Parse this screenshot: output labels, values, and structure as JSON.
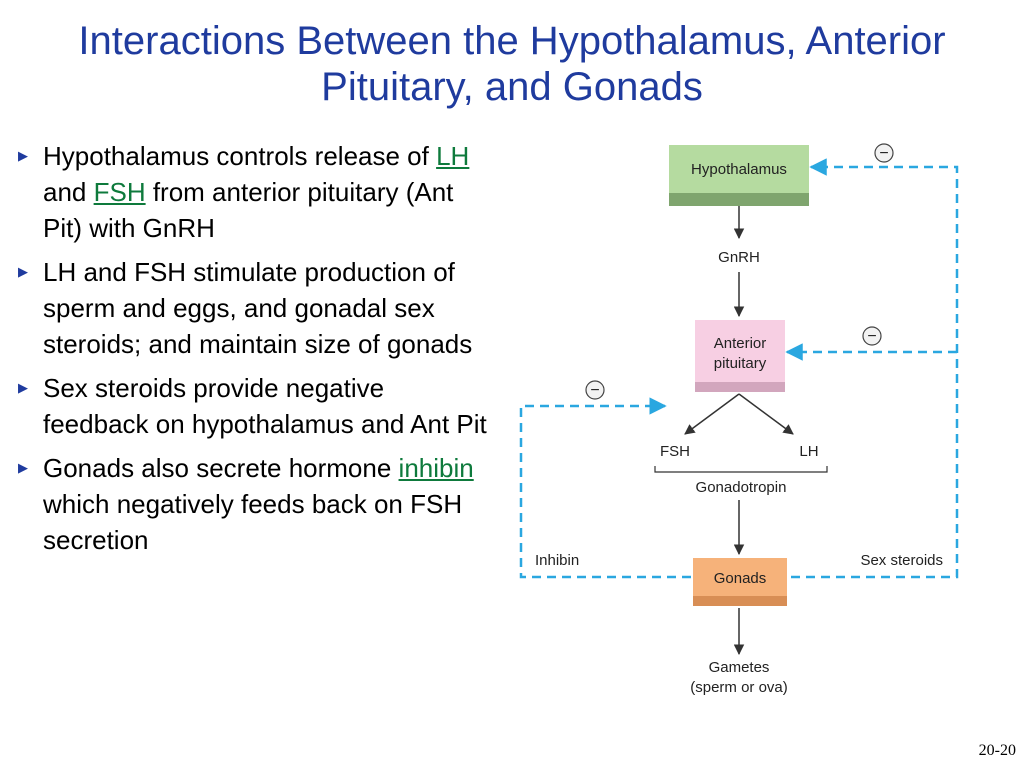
{
  "title": {
    "line1": "Interactions Between the Hypothalamus, Anterior",
    "line2": "Pituitary, and Gonads"
  },
  "bullets": {
    "b1": {
      "text1": "Hypothalamus controls release of ",
      "link_lh": "LH",
      "text2": " and ",
      "link_fsh": "FSH",
      "text3": " from anterior pituitary (Ant Pit) with GnRH"
    },
    "b2": {
      "text": "LH and FSH stimulate production of sperm and eggs, and gonadal sex steroids; and maintain size of gonads"
    },
    "b3": {
      "text": "Sex steroids provide negative feedback on hypothalamus and Ant Pit"
    },
    "b4": {
      "link_inhibin": "inhibin",
      "text1": "Gonads also secrete hormone ",
      "text2": " which negatively feeds back on FSH secretion"
    }
  },
  "diagram": {
    "hypothalamus": "Hypothalamus",
    "gnrh": "GnRH",
    "anterior_line1": "Anterior",
    "anterior_line2": "pituitary",
    "fsh": "FSH",
    "lh": "LH",
    "gonadotropin": "Gonadotropin",
    "gonads": "Gonads",
    "inhibin": "Inhibin",
    "sex_steroids": "Sex steroids",
    "gametes_line1": "Gametes",
    "gametes_line2": "(sperm or ova)",
    "minus": "−"
  },
  "colors": {
    "title": "#1f3b9e",
    "link": "#0e7a3c",
    "hypothalamus_box": "#b5dba0",
    "hypothalamus_shadow": "#7fa56e",
    "pituitary_box": "#f7cfe3",
    "pituitary_shadow": "#d2a6bd",
    "gonads_box": "#f6b27a",
    "gonads_shadow": "#d88e55",
    "feedback": "#2aa7e0"
  },
  "slide_number": "20-20"
}
